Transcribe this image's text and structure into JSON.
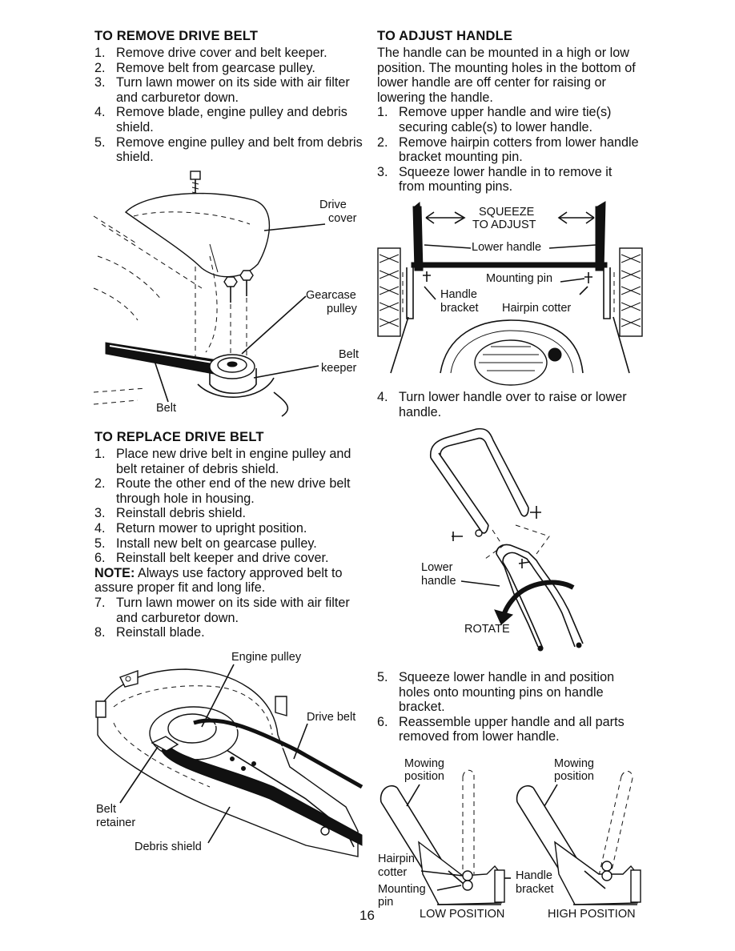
{
  "remove_belt": {
    "heading": "TO REMOVE DRIVE BELT",
    "steps": [
      {
        "n": "1.",
        "text": "Remove drive cover and belt keeper."
      },
      {
        "n": "2.",
        "text": "Remove belt from gearcase pulley."
      },
      {
        "n": "3.",
        "text": "Turn lawn mower on its side with air filter and carburetor down."
      },
      {
        "n": "4.",
        "text": "Remove blade, engine pulley and debris shield."
      },
      {
        "n": "5.",
        "text": "Remove engine pulley and belt from debris shield."
      }
    ],
    "figure": {
      "drive_cover_1": "Drive",
      "drive_cover_2": "cover",
      "gearcase_1": "Gearcase",
      "gearcase_2": "pulley",
      "keeper_1": "Belt",
      "keeper_2": "keeper",
      "belt": "Belt"
    }
  },
  "replace_belt": {
    "heading": "TO REPLACE DRIVE BELT",
    "steps_a": [
      {
        "n": "1.",
        "text": "Place new drive belt in engine pulley and belt retainer of debris shield."
      },
      {
        "n": "2.",
        "text": "Route the other end of the new drive belt through hole in housing."
      },
      {
        "n": "3.",
        "text": "Reinstall debris shield."
      },
      {
        "n": "4.",
        "text": "Return mower to upright position."
      },
      {
        "n": "5.",
        "text": "Install new belt on gearcase pulley."
      },
      {
        "n": "6.",
        "text": "Reinstall belt keeper and drive cover."
      }
    ],
    "note_label": "NOTE:",
    "note_text": " Always use factory approved belt to assure proper fit and long life.",
    "steps_b": [
      {
        "n": "7.",
        "text": "Turn lawn mower on its side with air filter and carburetor down."
      },
      {
        "n": "8.",
        "text": "Reinstall blade."
      }
    ],
    "figure": {
      "engine_pulley": "Engine pulley",
      "drive_belt": "Drive belt",
      "belt_retainer_1": "Belt",
      "belt_retainer_2": "retainer",
      "debris_shield": "Debris shield"
    }
  },
  "adjust_handle": {
    "heading": "TO ADJUST HANDLE",
    "intro": "The handle can be mounted in a high or low position. The mounting holes in the bottom of lower handle are off center for raising or lowering the handle.",
    "steps_a": [
      {
        "n": "1.",
        "text": "Remove upper handle and wire tie(s) securing cable(s) to lower handle."
      },
      {
        "n": "2.",
        "text": "Remove hairpin cotters from lower handle bracket mounting pin."
      },
      {
        "n": "3.",
        "text": "Squeeze lower handle in to remove it from mounting pins."
      }
    ],
    "figure1": {
      "squeeze_1": "SQUEEZE",
      "squeeze_2": "TO ADJUST",
      "lower_handle": "Lower handle",
      "mounting_pin": "Mounting pin",
      "handle_1": "Handle",
      "handle_2": "bracket",
      "hairpin": "Hairpin cotter"
    },
    "steps_b": [
      {
        "n": "4.",
        "text": "Turn lower handle over to raise or lower handle."
      }
    ],
    "figure2": {
      "lower_1": "Lower",
      "lower_2": "handle",
      "rotate": "ROTATE"
    },
    "steps_c": [
      {
        "n": "5.",
        "text": "Squeeze lower handle in and position holes onto mounting pins on handle bracket."
      },
      {
        "n": "6.",
        "text": "Reassemble upper handle and all parts removed from lower handle."
      }
    ],
    "figure3": {
      "mowing_l1": "Mowing",
      "mowing_l2": "position",
      "mowing_r1": "Mowing",
      "mowing_r2": "position",
      "hairpin_1": "Hairpin",
      "hairpin_2": "cotter",
      "mounting_1": "Mounting",
      "mounting_2": "pin",
      "bracket_1": "Handle",
      "bracket_2": "bracket",
      "low": "LOW POSITION",
      "high": "HIGH POSITION"
    }
  },
  "page_number": "16"
}
